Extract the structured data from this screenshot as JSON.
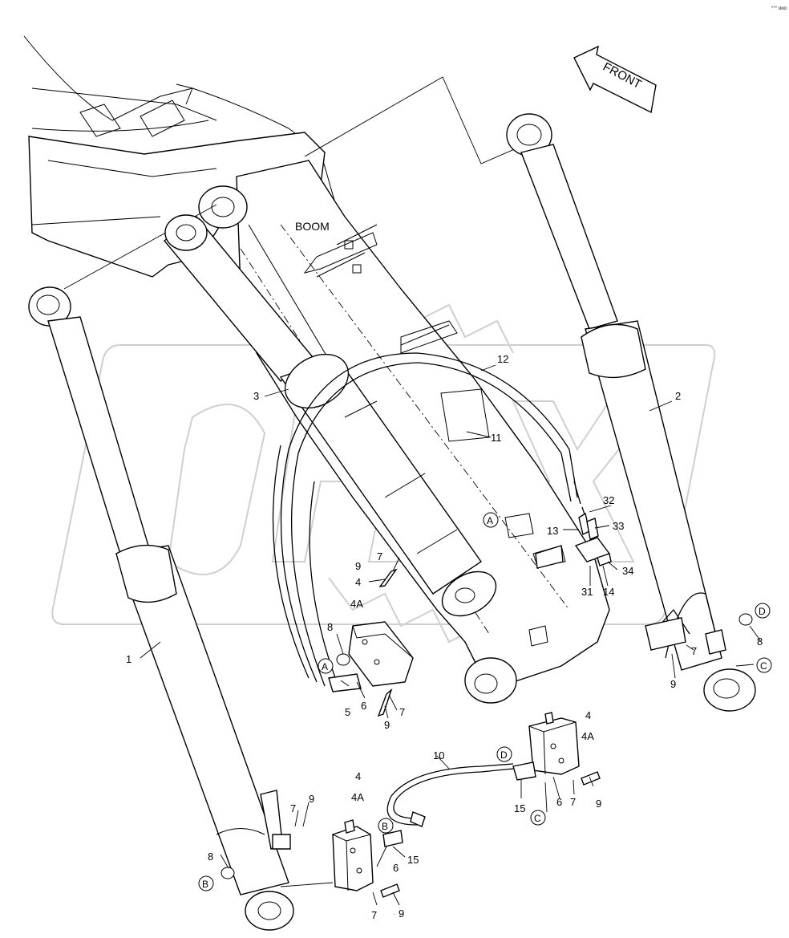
{
  "labels": {
    "front": "FRONT",
    "boom": "BOOM",
    "corner_mark": "°°° ooo"
  },
  "callouts": {
    "n1": "1",
    "n2": "2",
    "n3": "3",
    "n4a": "4",
    "n4b": "4",
    "n4c": "4",
    "n4Aa": "4A",
    "n4Ab": "4A",
    "n4Ac": "4A",
    "n5": "5",
    "n6a": "6",
    "n6b": "6",
    "n6c": "6",
    "n7a": "7",
    "n7b": "7",
    "n7c": "7",
    "n7d": "7",
    "n7e": "7",
    "n7f": "7",
    "n8a": "8",
    "n8b": "8",
    "n8c": "8",
    "n9a": "9",
    "n9b": "9",
    "n9c": "9",
    "n9d": "9",
    "n9e": "9",
    "n9f": "9",
    "n10": "10",
    "n11": "11",
    "n12": "12",
    "n13": "13",
    "n14": "14",
    "n15a": "15",
    "n15b": "15",
    "n31": "31",
    "n32": "32",
    "n33": "33",
    "n34": "34"
  },
  "connection_refs": {
    "a1": "A",
    "a2": "A",
    "b1": "B",
    "b2": "B",
    "c1": "C",
    "c2": "C",
    "d1": "D",
    "d2": "D"
  },
  "watermark": {
    "text": "OPEX",
    "color": "#cfcfcf"
  }
}
